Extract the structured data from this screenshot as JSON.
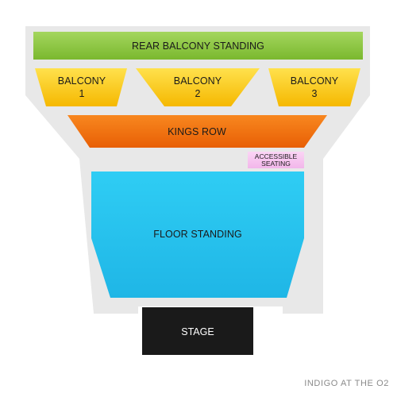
{
  "venue": {
    "name": "INDIGO AT THE O2"
  },
  "colors": {
    "venue_outline": "#e6e6e6",
    "rear_balcony": "#8cc63f",
    "balcony": "#fdd017",
    "kings_row": "#f36f10",
    "accessible": "#f7c6f0",
    "floor": "#29c5ee",
    "stage": "#1a1a1a"
  },
  "sections": {
    "rear_balcony_standing": {
      "label": "REAR BALCONY STANDING"
    },
    "balcony_1": {
      "line1": "BALCONY",
      "line2": "1"
    },
    "balcony_2": {
      "line1": "BALCONY",
      "line2": "2"
    },
    "balcony_3": {
      "line1": "BALCONY",
      "line2": "3"
    },
    "kings_row": {
      "label": "KINGS ROW"
    },
    "accessible_seating": {
      "line1": "ACCESSIBLE",
      "line2": "SEATING"
    },
    "floor_standing": {
      "label": "FLOOR STANDING"
    },
    "stage": {
      "label": "STAGE"
    }
  }
}
